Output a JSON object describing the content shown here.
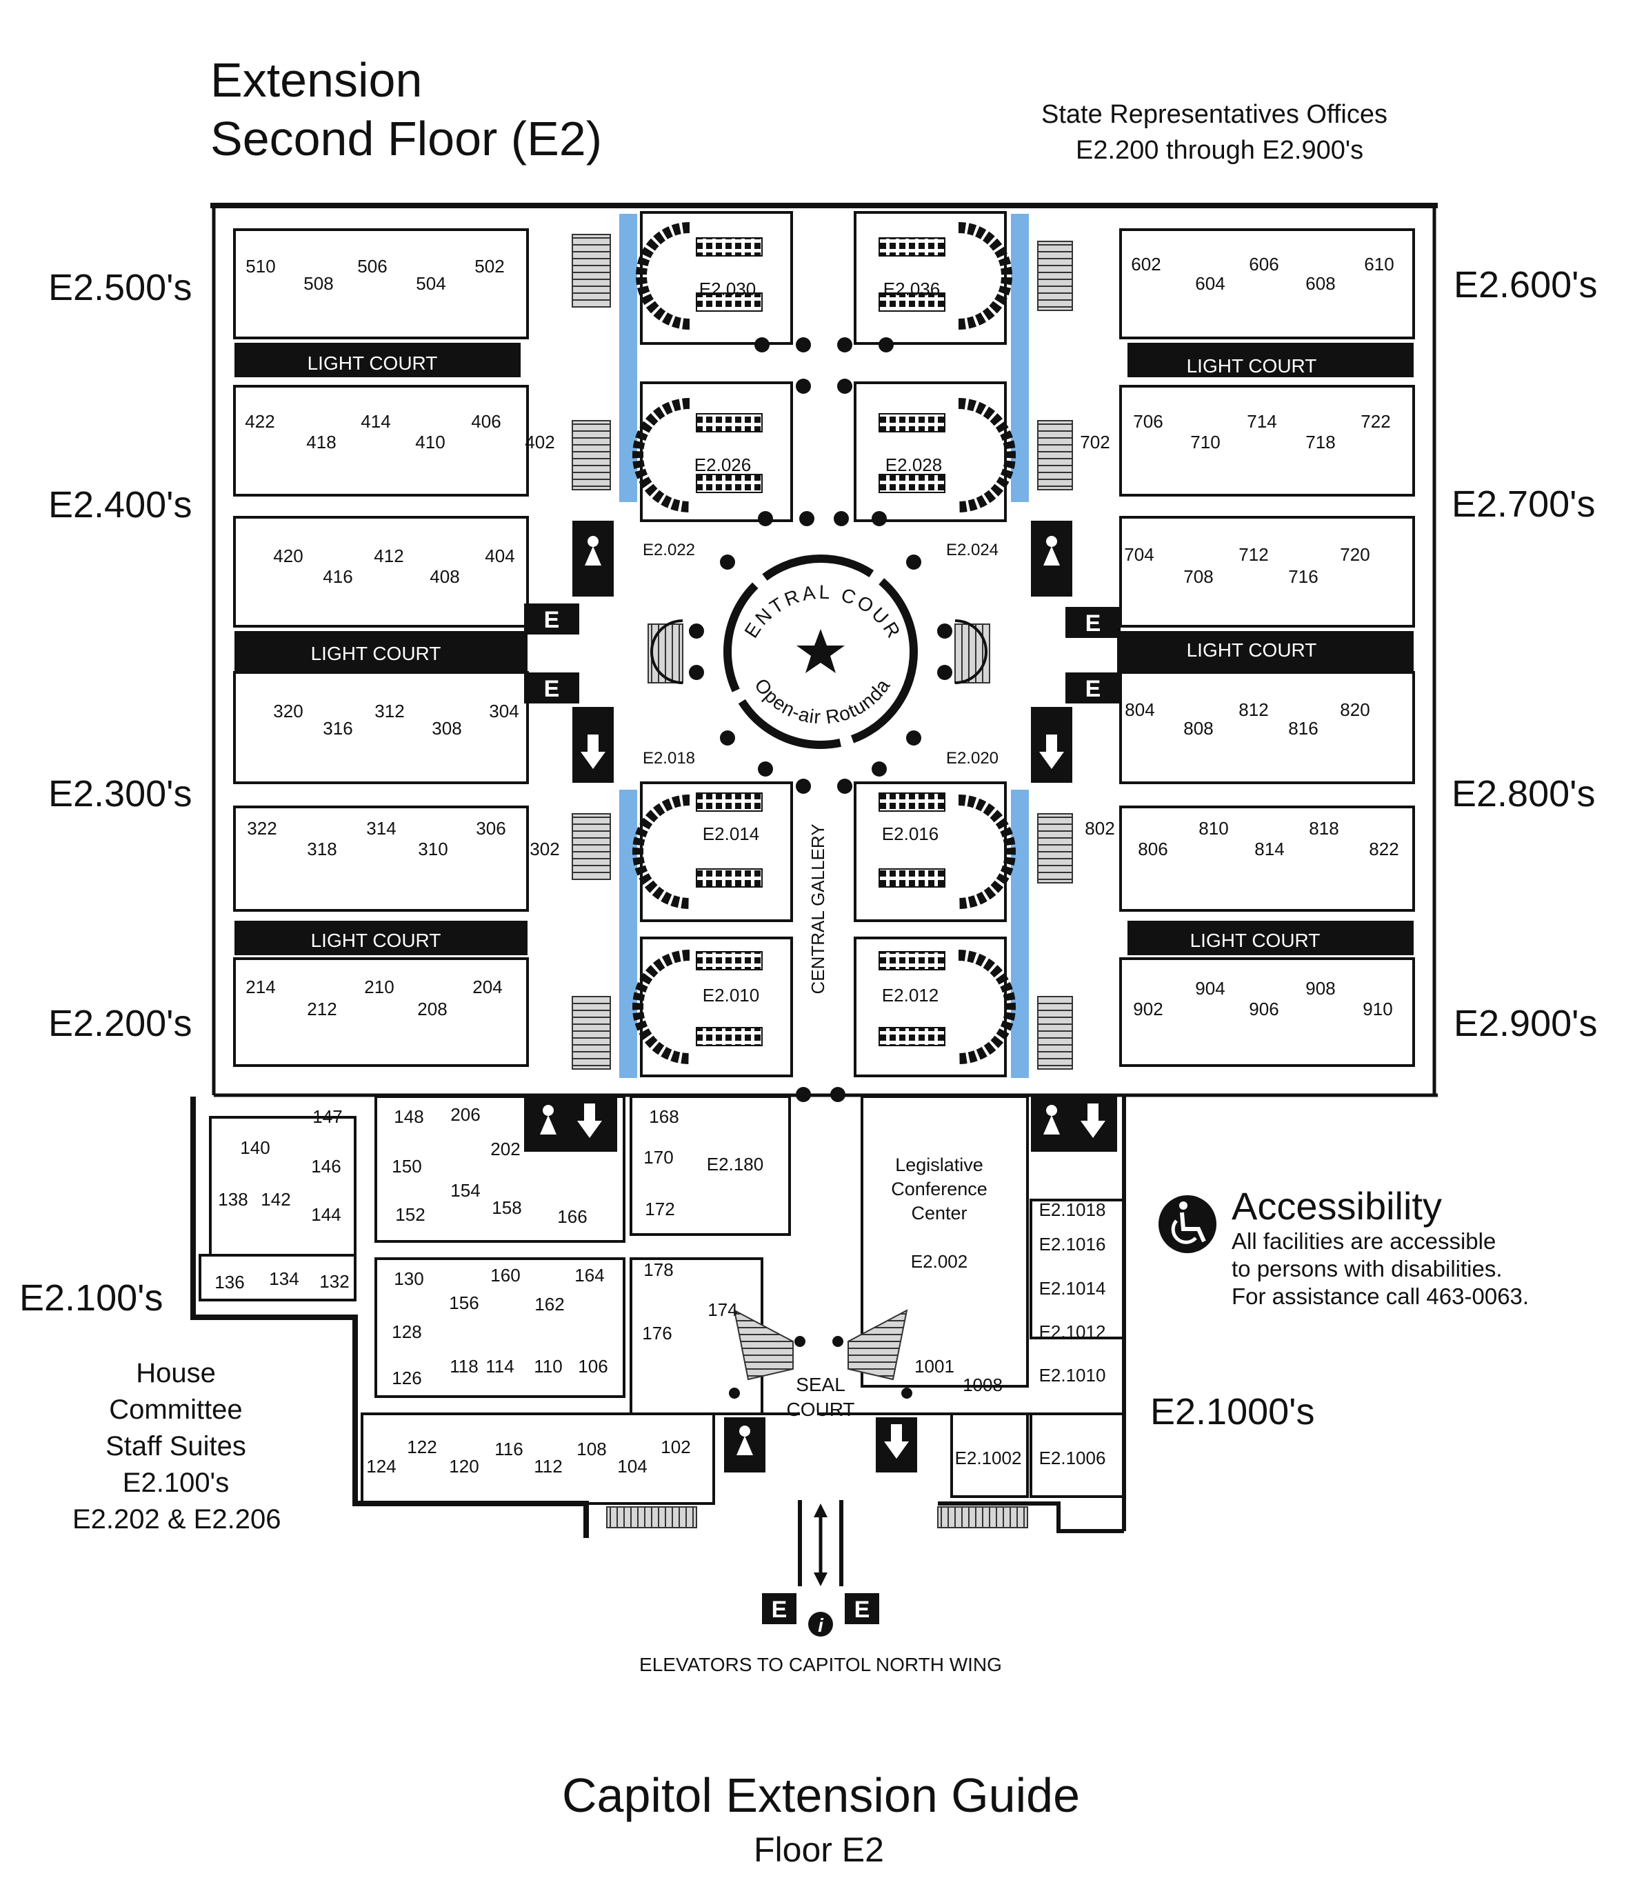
{
  "header": {
    "title_line1": "Extension",
    "title_line2": "Second Floor (E2)",
    "reps_line1": "State Representatives Offices",
    "reps_line2": "E2.200 through E2.900's"
  },
  "wing_labels": {
    "w500": "E2.500's",
    "w400": "E2.400's",
    "w300": "E2.300's",
    "w200": "E2.200's",
    "w100": "E2.100's",
    "w600": "E2.600's",
    "w700": "E2.700's",
    "w800": "E2.800's",
    "w900": "E2.900's",
    "w1000": "E2.1000's"
  },
  "house_committee": {
    "line1": "House",
    "line2": "Committee",
    "line3": "Staff Suites",
    "line4": "E2.100's",
    "line5": "E2.202 & E2.206"
  },
  "accessibility": {
    "title": "Accessibility",
    "line1": "All facilities are accessible",
    "line2": "to persons with disabilities.",
    "line3": "For assistance call 463-0063."
  },
  "footer": {
    "title": "Capitol Extension Guide",
    "subtitle": "Floor E2"
  },
  "map": {
    "light_court": "LIGHT COURT",
    "central_court_arc": "CENTRAL COURT",
    "rotunda_arc": "Open-air Rotunda",
    "central_gallery": "CENTRAL GALLERY",
    "seal_court_1": "SEAL",
    "seal_court_2": "COURT",
    "conference_1": "Legislative",
    "conference_2": "Conference",
    "conference_3": "Center",
    "conference_room": "E2.002",
    "elevators_note": "ELEVATORS TO CAPITOL NORTH WING",
    "elevator_letter": "E",
    "info_letter": "i",
    "hearing_rooms": {
      "r030": "E2.030",
      "r036": "E2.036",
      "r026": "E2.026",
      "r028": "E2.028",
      "r014": "E2.014",
      "r016": "E2.016",
      "r010": "E2.010",
      "r012": "E2.012"
    },
    "corner_rooms": {
      "r022": "E2.022",
      "r024": "E2.024",
      "r018": "E2.018",
      "r020": "E2.020"
    },
    "rows": {
      "r500": [
        "510",
        "508",
        "506",
        "504",
        "502"
      ],
      "r400a": [
        "422",
        "418",
        "414",
        "410",
        "406",
        "402"
      ],
      "r400b": [
        "420",
        "416",
        "412",
        "408",
        "404"
      ],
      "r300a": [
        "320",
        "316",
        "312",
        "308",
        "304"
      ],
      "r300b": [
        "322",
        "318",
        "314",
        "310",
        "306",
        "302"
      ],
      "r200": [
        "214",
        "212",
        "210",
        "208",
        "204"
      ],
      "r600": [
        "602",
        "604",
        "606",
        "608",
        "610"
      ],
      "r700a": [
        "702",
        "706",
        "710",
        "714",
        "718",
        "722"
      ],
      "r700b": [
        "704",
        "708",
        "712",
        "716",
        "720"
      ],
      "r800a": [
        "804",
        "808",
        "812",
        "816",
        "820"
      ],
      "r800b": [
        "802",
        "806",
        "810",
        "814",
        "818",
        "822"
      ],
      "r900": [
        "902",
        "904",
        "906",
        "908",
        "910"
      ]
    },
    "lower_left_rooms": [
      "147",
      "148",
      "206",
      "140",
      "146",
      "150",
      "202",
      "138",
      "142",
      "144",
      "152",
      "154",
      "158",
      "166",
      "136",
      "134",
      "132",
      "130",
      "160",
      "164",
      "156",
      "162",
      "128",
      "126",
      "118",
      "114",
      "110",
      "106",
      "124",
      "122",
      "120",
      "116",
      "112",
      "108",
      "104",
      "102"
    ],
    "lower_mid_rooms": [
      "168",
      "170",
      "E2.180",
      "172",
      "178",
      "174",
      "176"
    ],
    "lower_right_rooms": [
      "E2.1018",
      "E2.1016",
      "E2.1014",
      "E2.1012",
      "E2.1010",
      "1001",
      "1008",
      "E2.1002",
      "E2.1006"
    ]
  }
}
